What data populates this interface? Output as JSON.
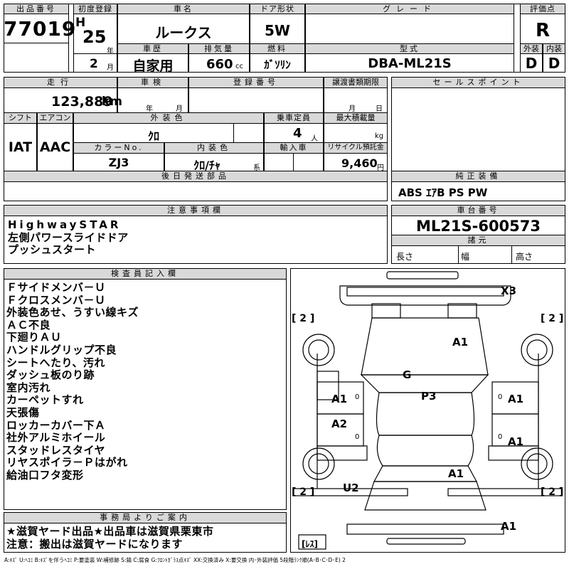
{
  "labels": {
    "lot_no": "出品番号",
    "first_reg": "初度登録",
    "car_name": "車名",
    "door": "ドア形状",
    "grade": "グレード",
    "score": "評価点",
    "history": "車歴",
    "displacement": "排気量",
    "fuel": "燃料",
    "model_type": "型式",
    "exterior": "外装",
    "interior": "内装",
    "mileage": "走行",
    "inspection": "車検",
    "reg_no": "登録番号",
    "transfer_deadline": "譲渡書類期限",
    "sales_points": "セールスポイント",
    "shift": "シフト",
    "aircon": "エアコン",
    "ext_color": "外装色",
    "capacity": "乗車定員",
    "max_load": "最大積載量",
    "color_no": "カラーNo.",
    "int_color": "内装色",
    "import": "輸入車",
    "recycle": "リサイクル預託金",
    "later_parts": "後日発送部品",
    "genuine_equip": "純正装備",
    "notes": "注意事項欄",
    "chassis_no": "車台番号",
    "specs": "諸元",
    "length": "長さ",
    "width": "幅",
    "height": "高さ",
    "inspector": "検査員記入欄",
    "office": "事務局よりご案内",
    "unit_year": "年",
    "unit_month": "月",
    "unit_cc": "cc",
    "unit_km": "km",
    "unit_person": "人",
    "unit_kg": "kg",
    "unit_yen": "円",
    "unit_kei": "系",
    "deadline_month": "月",
    "deadline_day": "日",
    "insp_year": "年",
    "insp_month": "月"
  },
  "values": {
    "lot_no": "77019",
    "era": "H",
    "year": "25",
    "car_name": "ルークス",
    "door": "5W",
    "grade": "",
    "score": "R",
    "month": "2",
    "history": "自家用",
    "displacement": "660",
    "fuel": "ｶﾞｿﾘﾝ",
    "model_type": "DBA-ML21S",
    "exterior": "D",
    "interior": "D",
    "mileage": "123,889",
    "shift": "IAT",
    "aircon": "AAC",
    "ext_color": "ｸﾛ",
    "capacity": "4",
    "color_no": "ZJ3",
    "int_color": "ｸﾛ/ﾁｬ",
    "recycle": "9,460",
    "genuine_equip": "ABS ｴｱB PS PW",
    "chassis_no": "ML21S-600573"
  },
  "notes": [
    "HighwaySTAR",
    "左側パワースライドドア",
    "プッシュスタート"
  ],
  "inspector_notes": [
    "Ｆサイドメンバ－Ｕ",
    "Ｆクロスメンバ－Ｕ",
    "外装色あせ、うすい線キズ",
    "ＡＣ不良",
    "下廻りＡＵ",
    "ハンドルグリップ不良",
    "シートへたり、汚れ",
    "ダッシュ板のり跡",
    "室内汚れ",
    "カーペットすれ",
    "天張傷",
    "ロッカーカバー下Ａ",
    "社外アルミホイール",
    "スタッドレスタイヤ",
    "リヤスポイラ－Ｐはがれ",
    "給油口フタ変形"
  ],
  "office_notes": [
    "★滋賀ヤード出品★出品車は滋賀県栗東市",
    "注意：搬出は滋賀ヤードになります"
  ],
  "diagram": {
    "x3": "X3",
    "tire_fl": "[ 2 ]",
    "tire_fr": "[ 2 ]",
    "tire_rl": "[ 2 ]",
    "tire_rr": "[ 2 ]",
    "a1_hood": "A1",
    "g": "G",
    "p3": "P3",
    "a1_left_front_door": "A1",
    "a2_left_rear_door": "A2",
    "a1_right_front_door": "A1",
    "a1_right_rear_door": "A1",
    "a1_rear": "A1",
    "u2": "U2",
    "a1_bottom": "A1",
    "spare": "[ﾚｽ]",
    "zero_l1": "0",
    "zero_l2": "0",
    "zero_r1": "0",
    "zero_r2": "0"
  },
  "legend": "A:ｷｽﾞ U:ﾍｺﾐ B:ｷｽﾞを伴うﾍｺﾐ P:要塗装 W:補修跡 S:錆 C:腐食 G:ﾌﾛﾝﾄｶﾞﾗｽ点ｷｽﾞ XX:交換済み X:要交換 内･外装評価 5段階ﾗﾝｸ順(A･B･C･D･E) 2"
}
